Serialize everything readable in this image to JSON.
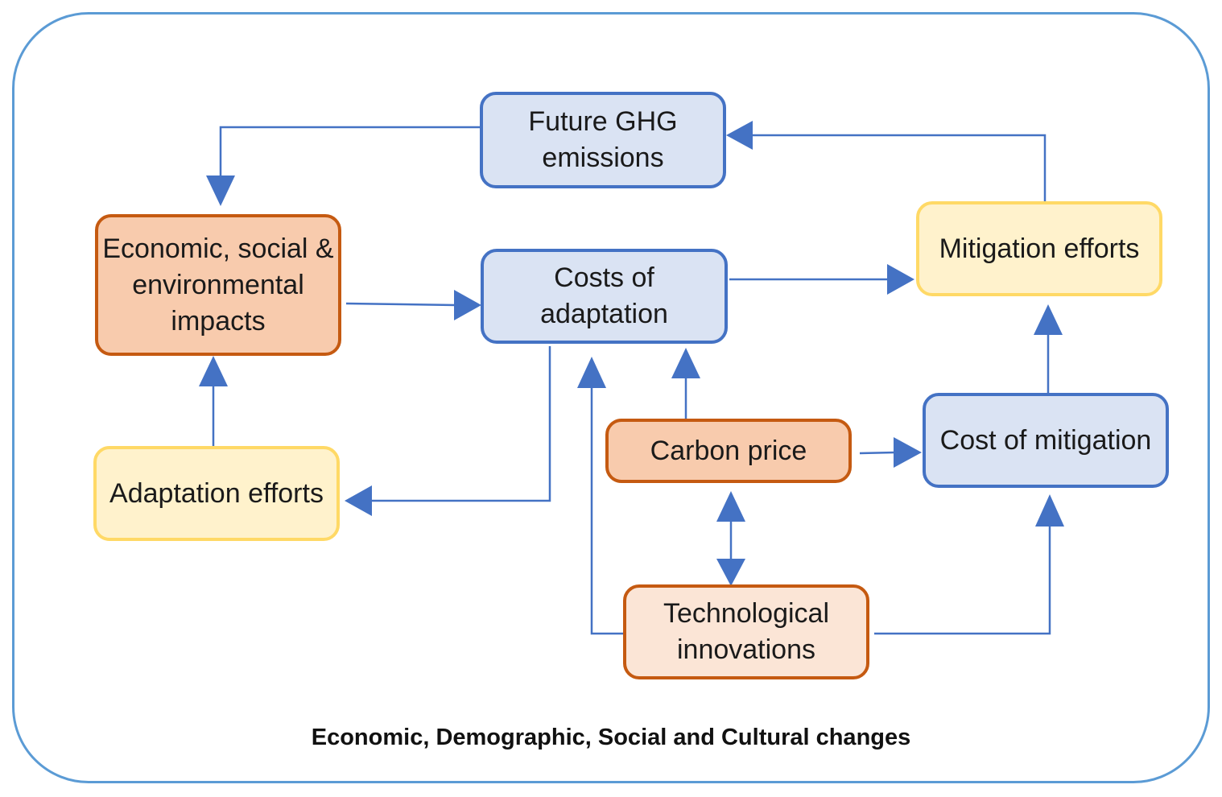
{
  "diagram": {
    "nodes": {
      "future_ghg": "Future GHG\nemissions",
      "economic_impacts": "Economic, social &\nenvironmental\nimpacts",
      "costs_of_adaptation": "Costs of\nadaptation",
      "mitigation_efforts": "Mitigation efforts",
      "adaptation_efforts": "Adaptation efforts",
      "carbon_price": "Carbon price",
      "cost_of_mitigation": "Cost of mitigation",
      "technological_innovations": "Technological\ninnovations"
    },
    "footer": "Economic, Demographic, Social and Cultural changes"
  },
  "colors": {
    "frame": "#5b9bd5",
    "arrow": "#4472c4",
    "blue_fill": "#dae3f3",
    "blue_border": "#4472c4",
    "orange_fill": "#f8cbad",
    "orange_border": "#c55a11",
    "light_orange_fill": "#fbe5d6",
    "yellow_fill": "#fff2cc",
    "yellow_border": "#ffd966"
  }
}
